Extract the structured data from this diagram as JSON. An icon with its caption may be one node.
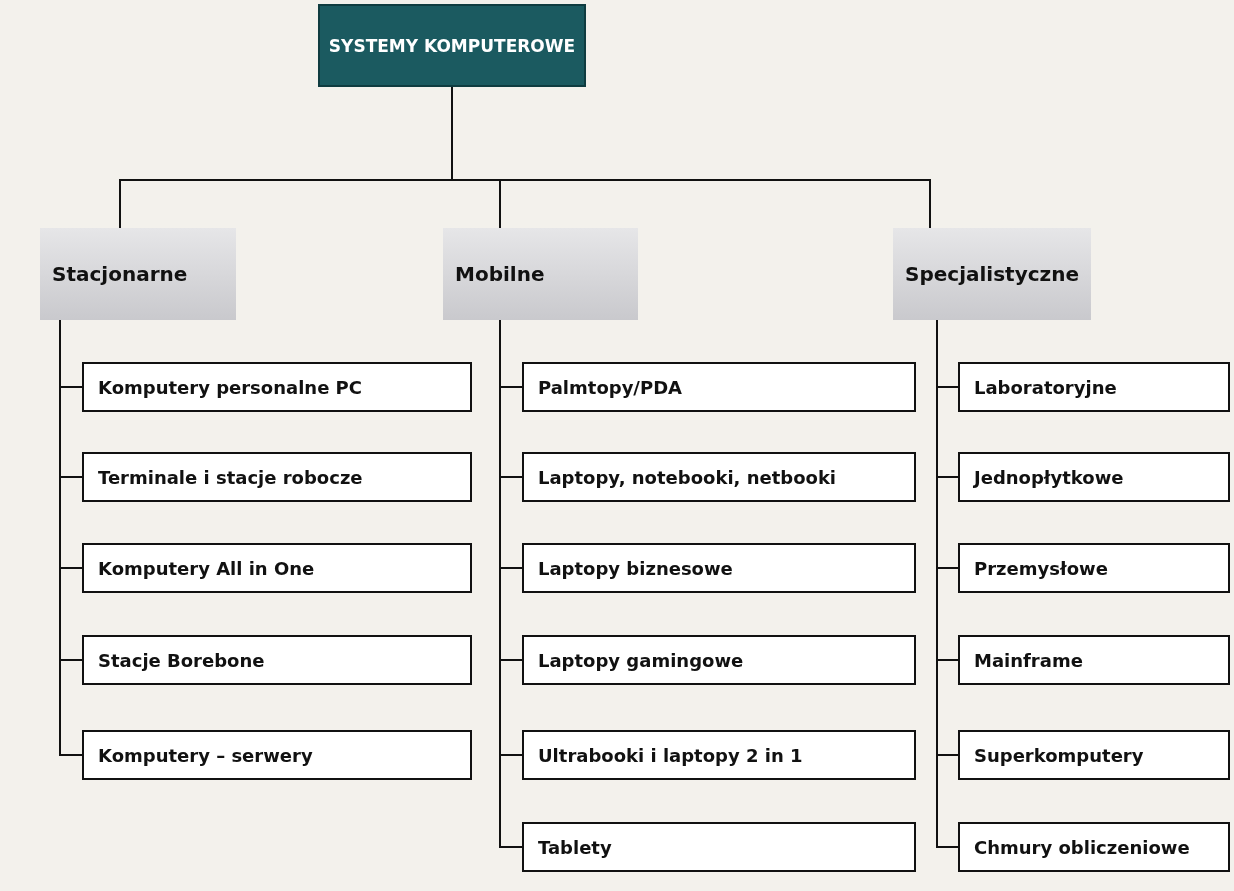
{
  "diagram": {
    "nodes": [
      {
        "text": [
          "SYSTEMY KOMPUTEROWE"
        ]
      },
      {
        "text": [
          "Stacjonarne"
        ]
      },
      {
        "text": [
          "Mobilne"
        ]
      },
      {
        "text": [
          "Specjalistyczne"
        ]
      },
      {
        "text": [
          "Komputery personalne PC"
        ]
      },
      {
        "text": [
          "Terminale i stacje robocze"
        ]
      },
      {
        "text": [
          "Komputery All in One"
        ]
      },
      {
        "text": [
          "Stacje Borebone"
        ]
      },
      {
        "text": [
          "Komputery – serwery"
        ]
      },
      {
        "text": [
          "Palmtopy/PDA"
        ]
      },
      {
        "text": [
          "Laptopy, notebooki, netbooki"
        ]
      },
      {
        "text": [
          "Laptopy biznesowe"
        ]
      },
      {
        "text": [
          "Laptopy gamingowe"
        ]
      },
      {
        "text": [
          "Ultrabooki i laptopy 2 in 1"
        ]
      },
      {
        "text": [
          "Tablety"
        ]
      },
      {
        "text": [
          "Laboratoryjne"
        ]
      },
      {
        "text": [
          "Jednopłytkowe"
        ]
      },
      {
        "text": [
          "Przemysłowe"
        ]
      },
      {
        "text": [
          "Mainframe"
        ]
      },
      {
        "text": [
          "Superkomputery"
        ]
      },
      {
        "text": [
          "Chmury obliczeniowe"
        ]
      }
    ],
    "edges": [
      {
        "from": 0,
        "to": 1,
        "arrow": "none"
      },
      {
        "from": 0,
        "to": 2,
        "arrow": "none"
      },
      {
        "from": 0,
        "to": 3,
        "arrow": "none"
      },
      {
        "from": 1,
        "to": 4,
        "arrow": "none"
      },
      {
        "from": 1,
        "to": 5,
        "arrow": "none"
      },
      {
        "from": 1,
        "to": 6,
        "arrow": "none"
      },
      {
        "from": 1,
        "to": 7,
        "arrow": "none"
      },
      {
        "from": 1,
        "to": 8,
        "arrow": "none"
      },
      {
        "from": 2,
        "to": 9,
        "arrow": "none"
      },
      {
        "from": 2,
        "to": 10,
        "arrow": "none"
      },
      {
        "from": 2,
        "to": 11,
        "arrow": "none"
      },
      {
        "from": 2,
        "to": 12,
        "arrow": "none"
      },
      {
        "from": 2,
        "to": 13,
        "arrow": "none"
      },
      {
        "from": 2,
        "to": 14,
        "arrow": "none"
      },
      {
        "from": 3,
        "to": 15,
        "arrow": "none"
      },
      {
        "from": 3,
        "to": 16,
        "arrow": "none"
      },
      {
        "from": 3,
        "to": 17,
        "arrow": "none"
      },
      {
        "from": 3,
        "to": 18,
        "arrow": "none"
      },
      {
        "from": 3,
        "to": 19,
        "arrow": "none"
      },
      {
        "from": 3,
        "to": 20,
        "arrow": "none"
      }
    ]
  }
}
